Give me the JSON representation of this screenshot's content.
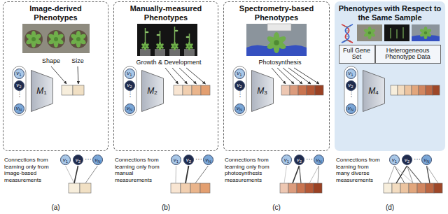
{
  "diagram": {
    "nodes": [
      {
        "text": [
          "Image-derived Phenotypes"
        ]
      },
      {
        "text": [
          "v",
          "1"
        ],
        "in": 0
      },
      {
        "text": [
          "v",
          "2"
        ],
        "in": 0
      },
      {
        "text": [
          "v",
          "N"
        ],
        "in": 0
      },
      {
        "text": [
          "M",
          "1"
        ],
        "in": 0
      },
      {
        "text": [
          "Manually-measured Phenotypes"
        ]
      },
      {
        "text": [
          "v",
          "1"
        ],
        "in": 5
      },
      {
        "text": [
          "v",
          "2"
        ],
        "in": 5
      },
      {
        "text": [
          "v",
          "N"
        ],
        "in": 5
      },
      {
        "text": [
          "M",
          "2"
        ],
        "in": 5
      },
      {
        "text": [
          "Spectrometry-based Phenotypes"
        ]
      },
      {
        "text": [
          "v",
          "1"
        ],
        "in": 10
      },
      {
        "text": [
          "v",
          "2"
        ],
        "in": 10
      },
      {
        "text": [
          "v",
          "N"
        ],
        "in": 10
      },
      {
        "text": [
          "M",
          "3"
        ],
        "in": 10
      },
      {
        "text": [
          "Phenotypes with Respect to the Same Sample"
        ]
      },
      {
        "text": [
          "Full Gene Set"
        ],
        "in": 15
      },
      {
        "text": [
          "Heterogeneous Phenotype Data"
        ],
        "in": 15
      },
      {
        "text": [
          "v",
          "1"
        ],
        "in": 15
      },
      {
        "text": [
          "v",
          "2"
        ],
        "in": 15
      },
      {
        "text": [
          "v",
          "N"
        ],
        "in": 15
      },
      {
        "text": [
          "M",
          "4"
        ],
        "in": 15
      },
      {
        "text": [
          "v",
          "1"
        ]
      },
      {
        "text": [
          "v",
          "2"
        ]
      },
      {
        "text": [
          "v",
          "N"
        ]
      },
      {
        "text": [
          "v",
          "1"
        ]
      },
      {
        "text": [
          "v",
          "2"
        ]
      },
      {
        "text": [
          "v",
          "N"
        ]
      },
      {
        "text": [
          "v",
          "1"
        ]
      },
      {
        "text": [
          "v",
          "2"
        ]
      },
      {
        "text": [
          "v",
          "N"
        ]
      },
      {
        "text": [
          "v",
          "1"
        ]
      },
      {
        "text": [
          "v",
          "2"
        ]
      },
      {
        "text": [
          "v",
          "N"
        ]
      }
    ],
    "labels": [
      "Shape",
      "Size",
      "⋮",
      "Growth & Development",
      "⋮",
      "Photosynthesis",
      "⋮",
      "⋮",
      "Connections from learning only from image-based measurements",
      "Connections from learning only from manual measurements",
      "Connections from learning only from photosynthesis measurements",
      "Connections from learning from many diverse measurements",
      "⋯",
      "⋯",
      "⋯",
      "⋯",
      "(a)",
      "(b)",
      "(c)",
      "(d)"
    ]
  }
}
